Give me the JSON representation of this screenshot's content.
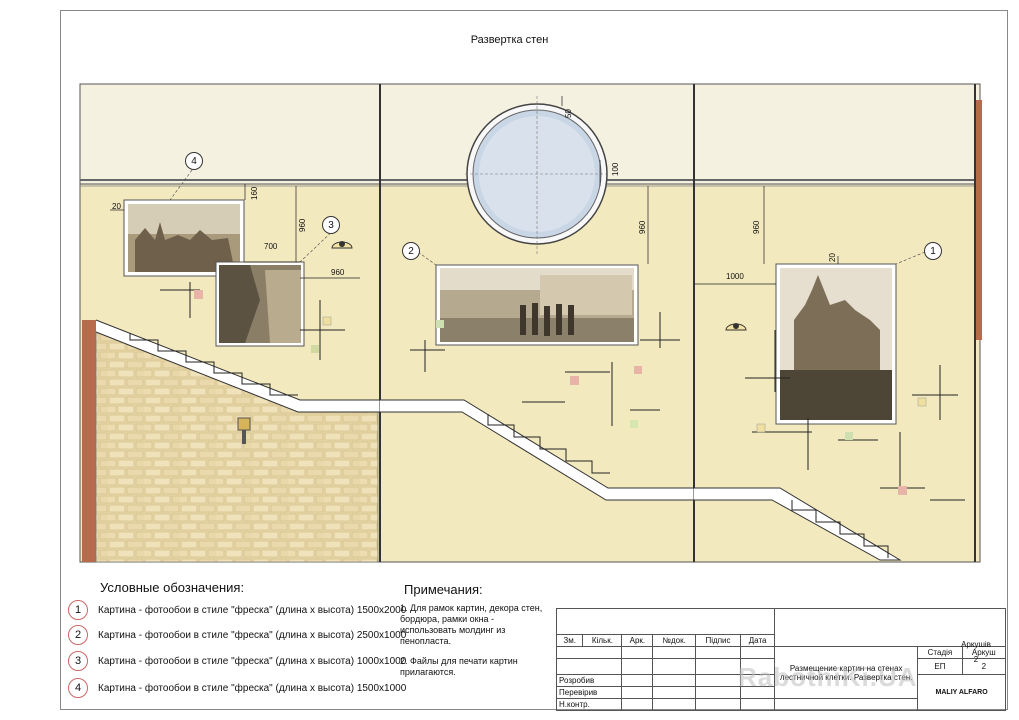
{
  "title": "Развертка стен",
  "callouts": {
    "c1": "1",
    "c2": "2",
    "c3": "3",
    "c4": "4"
  },
  "dims": {
    "d20a": "20",
    "d160": "160",
    "d960a": "960",
    "d700": "700",
    "d960b": "960",
    "d50": "50",
    "d100": "100",
    "d960c": "960",
    "d960d": "960",
    "d1000": "1000",
    "d20b": "20"
  },
  "legend": {
    "title": "Условные обозначения:",
    "items": [
      {
        "num": "1",
        "text": "Картина - фотообои в стиле \"фреска\" (длина х высота) 1500х2000"
      },
      {
        "num": "2",
        "text": "Картина - фотообои в стиле \"фреска\" (длина х высота) 2500х1000"
      },
      {
        "num": "3",
        "text": "Картина - фотообои в стиле \"фреска\" (длина х высота) 1000х1000"
      },
      {
        "num": "4",
        "text": "Картина - фотообои в стиле \"фреска\" (длина х высота) 1500х1000"
      }
    ]
  },
  "notes": {
    "title": "Примечания:",
    "n1": "1. Для рамок картин, декора стен, бордюра, рамки окна - использовать молдинг из пенопласта.",
    "n2": "2. Файлы для печати картин прилагаются."
  },
  "stamp": {
    "h_zm": "Зм.",
    "h_kilk": "Кільк.",
    "h_ark": "Арк.",
    "h_ndok": "№док.",
    "h_pidpys": "Підпис",
    "h_data": "Дата",
    "rozrobyv": "Розробив",
    "pereviryv": "Перевірив",
    "nkontr": "Н.контр.",
    "description": "Размещение картин на стенах лестничной клетки. Развертка стен.",
    "h_stadia": "Стадія",
    "h_arkush": "Аркуш",
    "h_arkushiv": "Аркушів",
    "stadia": "ЕП",
    "arkush": "2",
    "arkushiv": "2",
    "logo": "MALIY ALFARO"
  },
  "watermark": "RabotniKi.UA"
}
